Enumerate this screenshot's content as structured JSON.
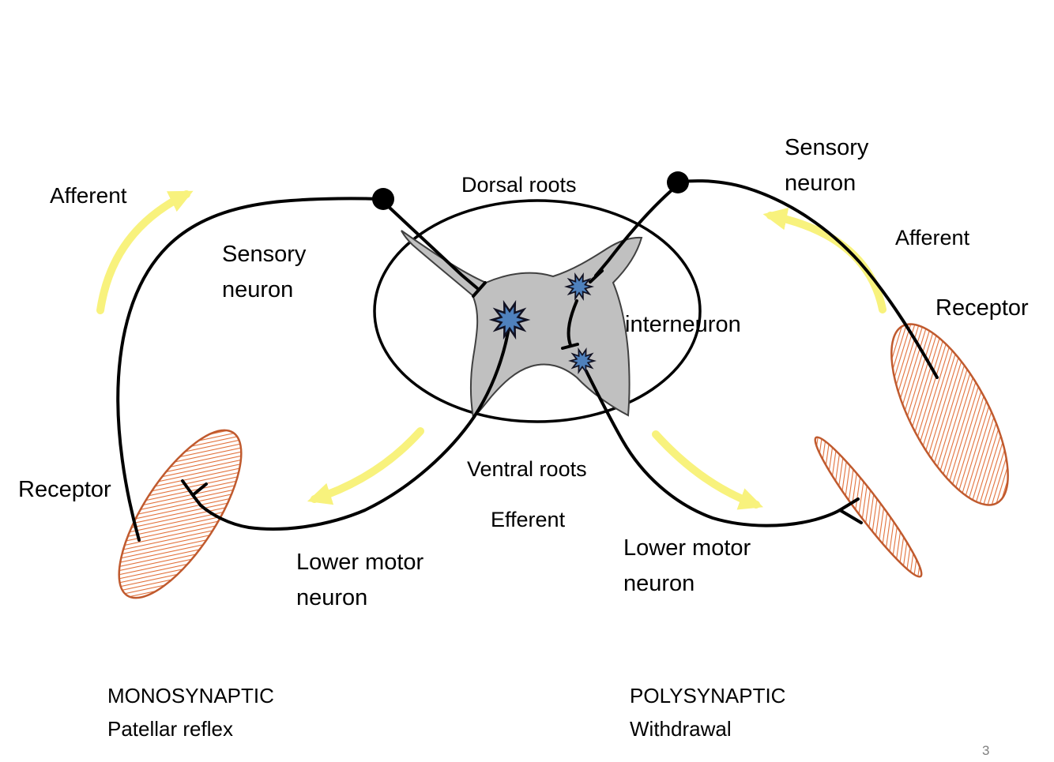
{
  "diagram": {
    "title_semantic": "Spinal reflex arcs: monosynaptic vs polysynaptic",
    "labels": {
      "afferent_left": "Afferent",
      "sensory_neuron_left": "Sensory\nneuron",
      "dorsal_roots": "Dorsal roots",
      "sensory_neuron_right": "Sensory\nneuron",
      "afferent_right": "Afferent",
      "receptor_right": "Receptor",
      "interneuron": "interneuron",
      "receptor_left": "Receptor",
      "ventral_roots": "Ventral roots",
      "efferent": "Efferent",
      "lower_motor_left": "Lower motor\nneuron",
      "lower_motor_right": "Lower motor\nneuron",
      "mono_line1": "MONOSYNAPTIC",
      "mono_line2": "Patellar reflex",
      "poly_line1": "POLYSYNAPTIC",
      "poly_line2": "Withdrawal"
    },
    "page_number": "3",
    "colors": {
      "arrow_yellow": "#F8F27D",
      "muscle_hatch_orange": "#E2703A",
      "muscle_outline": "#C05A2E",
      "interneuron_blue": "#4F81BD",
      "gray_matter": "#C0C0C0",
      "axon_black": "#000000"
    }
  }
}
